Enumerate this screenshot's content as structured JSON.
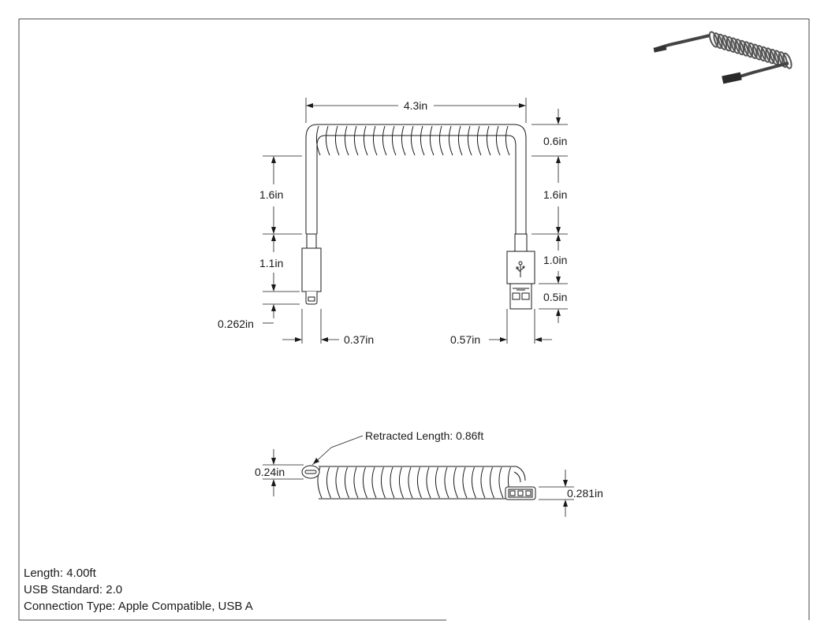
{
  "dimensions": {
    "overall_width": "4.3in",
    "coil_height": "0.6in",
    "left_cable_length": "1.6in",
    "right_cable_length": "1.6in",
    "lightning_housing": "1.1in",
    "usb_housing": "1.0in",
    "usb_plug": "0.5in",
    "lightning_tip": "0.262in",
    "lightning_width": "0.37in",
    "usb_width": "0.57in",
    "retracted_coil_height": "0.24in",
    "usb_plug_thickness": "0.281in"
  },
  "callout": {
    "retracted_length": "Retracted Length: 0.86ft"
  },
  "specs": {
    "length": "Length: 4.00ft",
    "usb_standard": "USB Standard: 2.0",
    "connection_type": "Connection Type: Apple Compatible, USB A"
  },
  "colors": {
    "line": "#1a1a1a",
    "cable_dark": "#555555"
  }
}
